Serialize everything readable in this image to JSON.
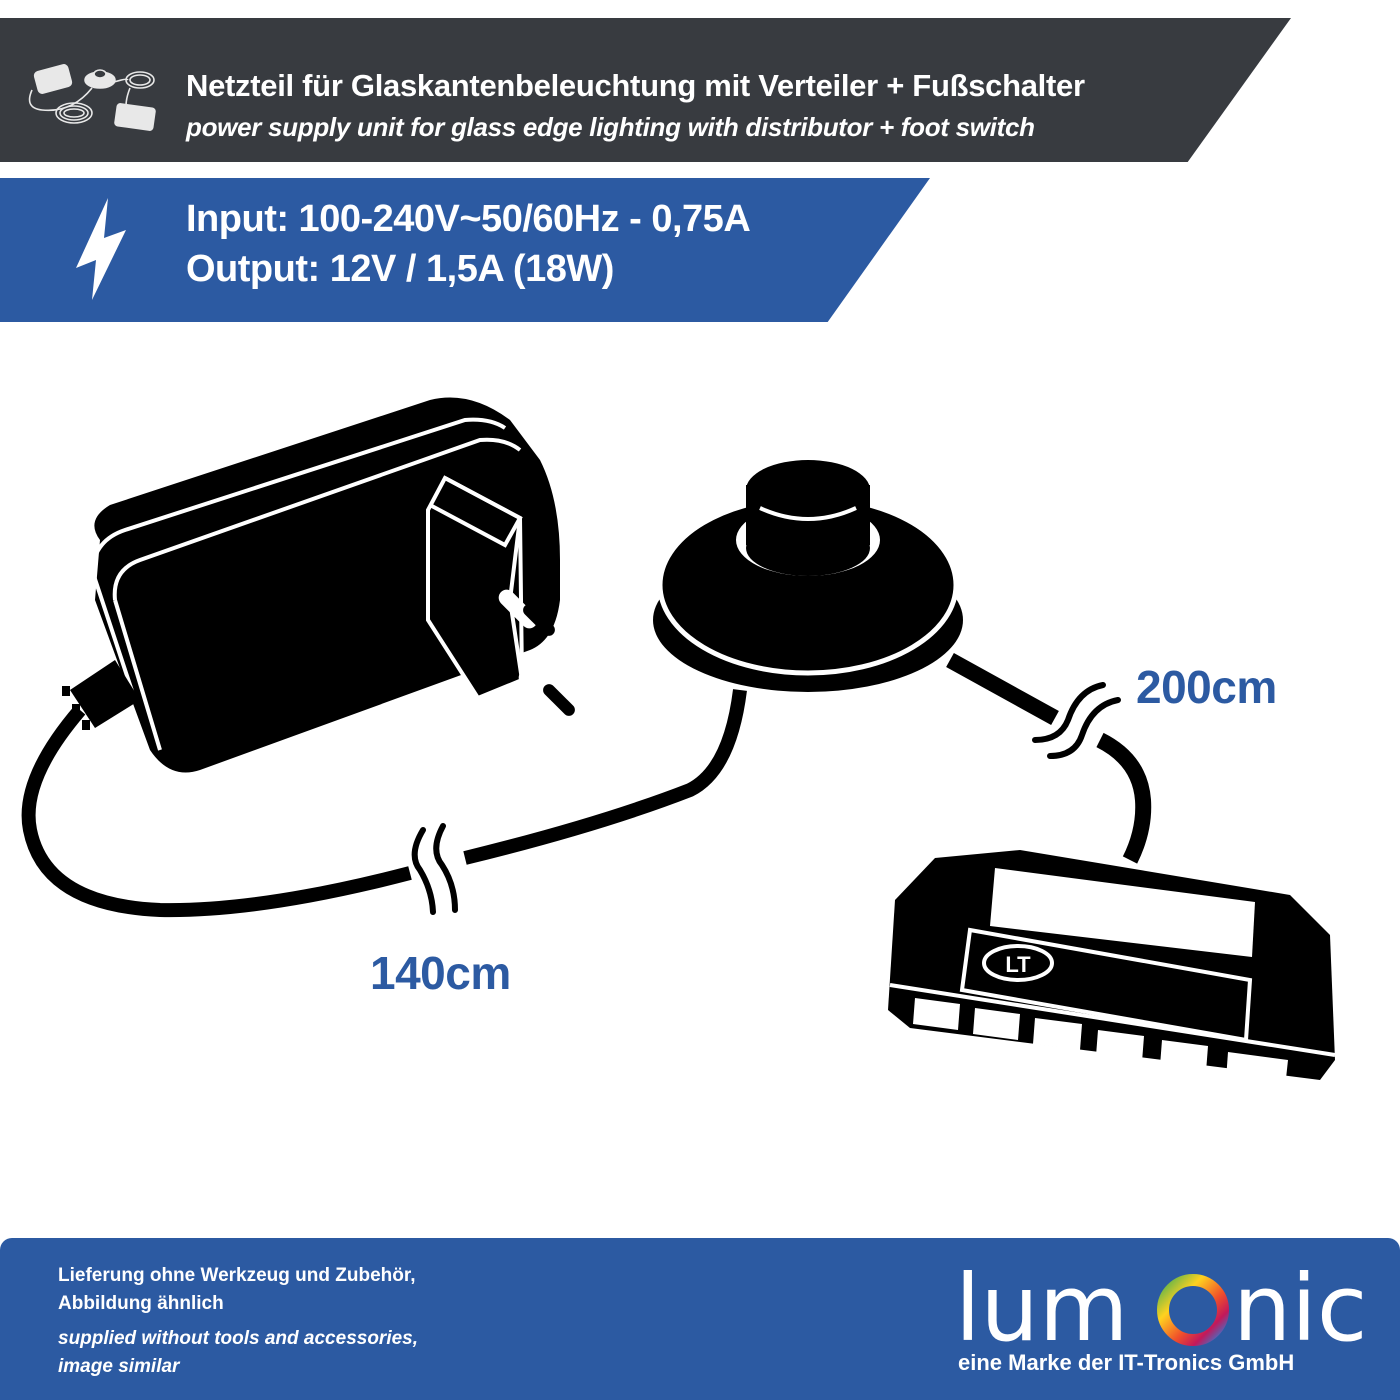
{
  "header": {
    "title_de": "Netzteil für Glaskantenbeleuchtung mit Verteiler + Fußschalter",
    "title_en": "power supply unit for glass edge lighting with distributor + foot switch",
    "icon": "product-set-icon",
    "background_color": "#383b40"
  },
  "specs": {
    "icon": "lightning-bolt-icon",
    "input": "Input: 100-240V~50/60Hz - 0,75A",
    "output": "Output: 12V / 1,5A (18W)",
    "background_color": "#2c5aa2"
  },
  "illustration": {
    "items": [
      "power-supply-adapter",
      "foot-switch",
      "distributor"
    ],
    "distributor_logo": "LT",
    "distributor_ports": 6,
    "cable_lengths": {
      "adapter_to_switch": "140cm",
      "switch_to_distributor": "200cm"
    },
    "label_color": "#2c5aa2"
  },
  "footer": {
    "note_de_line1": "Lieferung ohne Werkzeug und Zubehör,",
    "note_de_line2": "Abbildung ähnlich",
    "note_en_line1": "supplied without tools and accessories,",
    "note_en_line2": "image similar",
    "brand_prefix": "lum",
    "brand_suffix": "nic",
    "brand_tagline": "eine Marke der IT-Tronics GmbH",
    "background_color": "#2c5aa2"
  }
}
